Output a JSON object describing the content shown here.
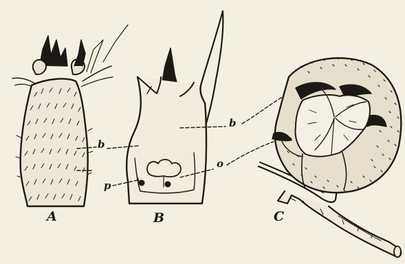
{
  "figure": {
    "panels": [
      {
        "id": "A",
        "caption": "A"
      },
      {
        "id": "B",
        "caption": "B"
      },
      {
        "id": "C",
        "caption": "C"
      }
    ],
    "pointer_labels": {
      "b_a": "b",
      "b_b": "b",
      "p": "p",
      "o": "o"
    },
    "ink_color": "#1c1a16",
    "paper_color": "#f3efe2"
  }
}
